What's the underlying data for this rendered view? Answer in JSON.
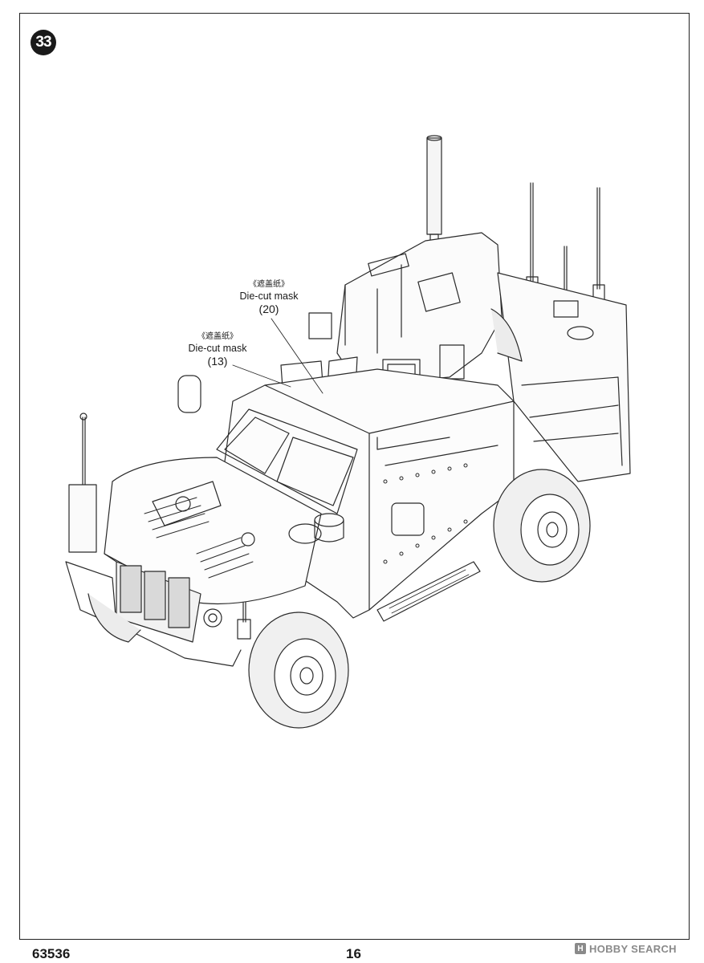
{
  "step": {
    "number": "33"
  },
  "callouts": [
    {
      "cn": "《遮盖纸》",
      "en": "Die-cut mask",
      "part": "(20)"
    },
    {
      "cn": "《遮盖纸》",
      "en": "Die-cut mask",
      "part": "(13)"
    }
  ],
  "footer": {
    "code": "63536",
    "page": "16"
  },
  "watermark": {
    "mark": "H",
    "text": "HOBBY SEARCH"
  }
}
